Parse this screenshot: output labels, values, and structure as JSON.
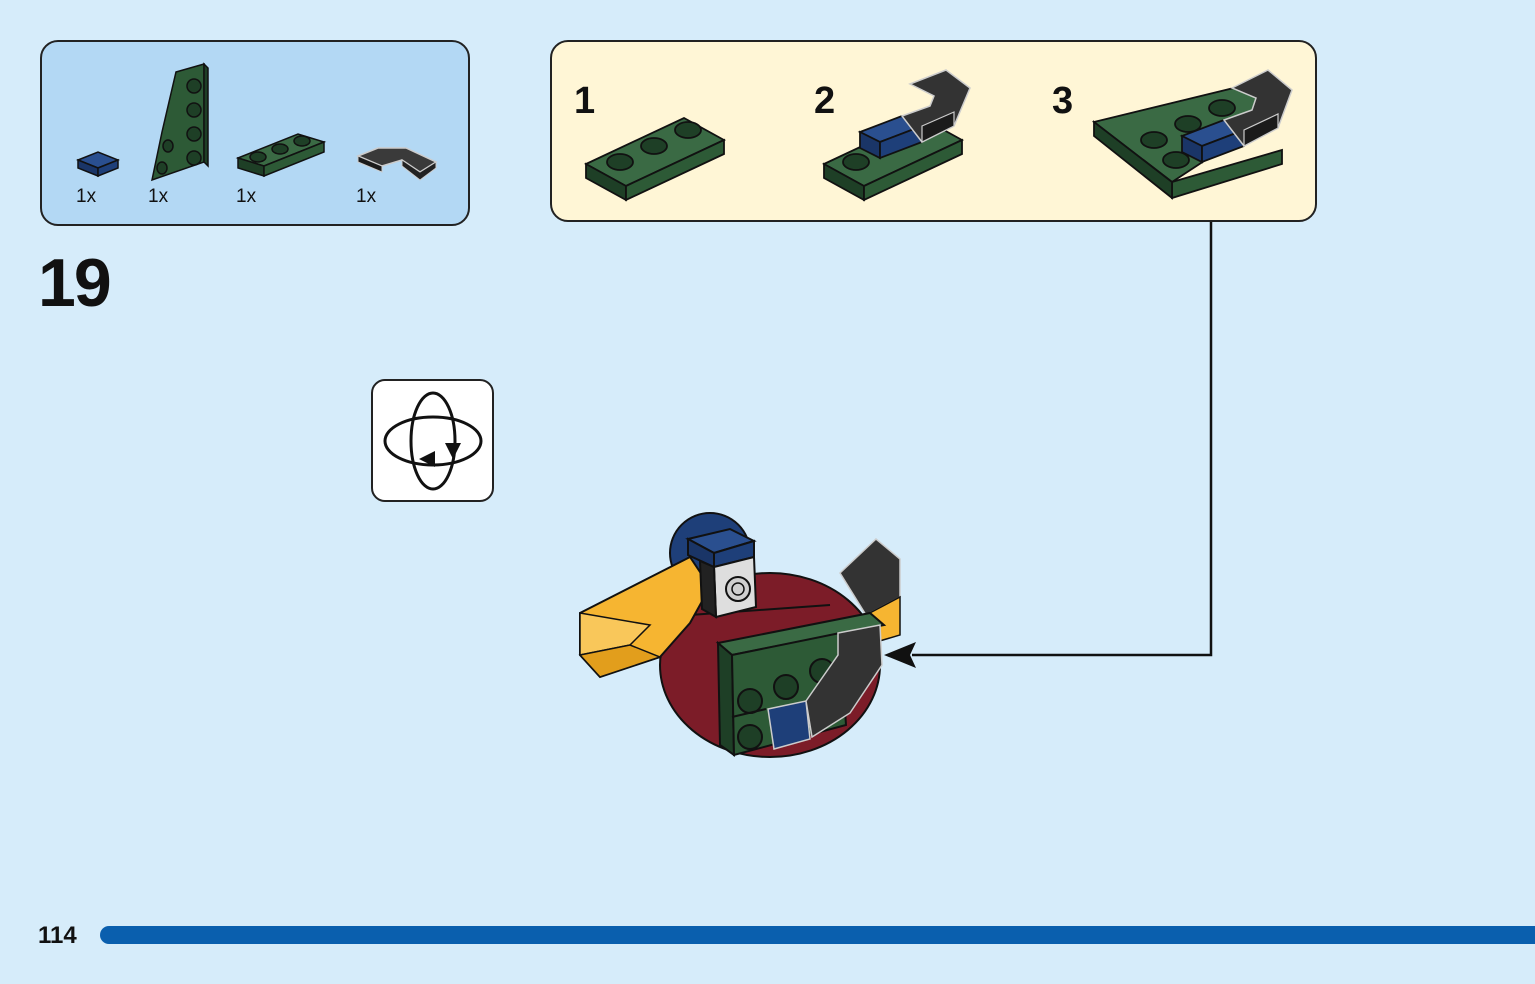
{
  "parts": [
    {
      "name": "dark-blue-tile-1x1",
      "qty": "1x",
      "color": "#1e3f79"
    },
    {
      "name": "dark-green-wedge-plate",
      "qty": "1x",
      "color": "#2d5a36"
    },
    {
      "name": "dark-green-plate-1x3",
      "qty": "1x",
      "color": "#2d5a36"
    },
    {
      "name": "black-corner-tile",
      "qty": "1x",
      "color": "#2b2b2b"
    }
  ],
  "substeps": [
    {
      "number": "1"
    },
    {
      "number": "2"
    },
    {
      "number": "3"
    }
  ],
  "step_number": "19",
  "rotate_icon": "rotate-model-icon",
  "page_number": "114",
  "colors": {
    "background": "#d6ecfa",
    "parts_box": "#b3d8f4",
    "substep_box": "#fff6d6",
    "progress": "#0a5fae",
    "dark_green": "#2d5a36",
    "dark_blue": "#1e3f79",
    "black": "#2b2b2b",
    "orange": "#f6b531",
    "dark_red": "#7c1c28"
  }
}
